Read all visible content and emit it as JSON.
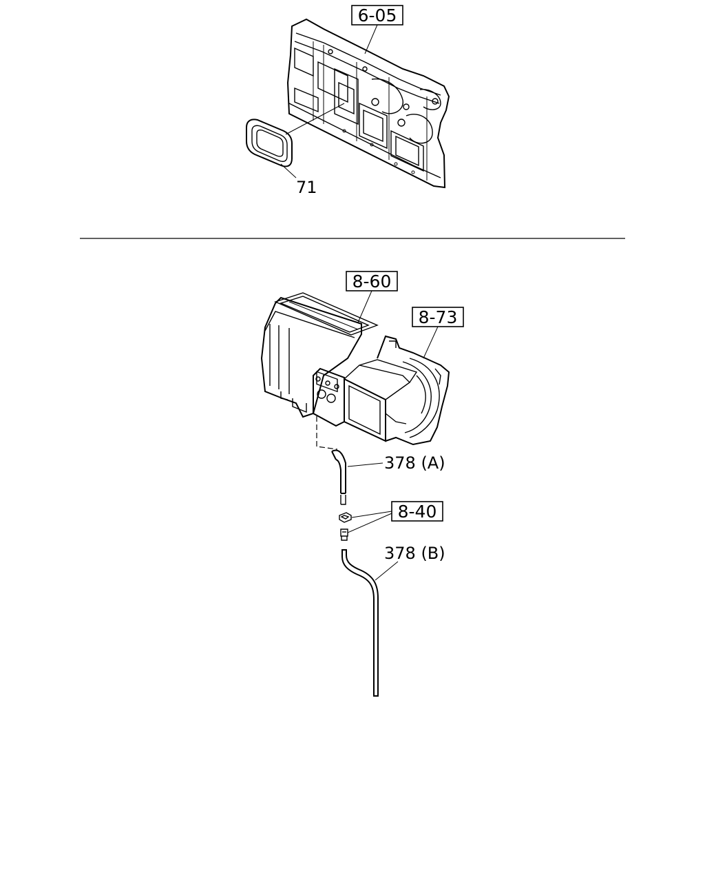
{
  "upper_group": {
    "ref_box": "6-05",
    "part_label": "71"
  },
  "lower_group": {
    "ref_box_heater": "8-60",
    "ref_box_blower": "8-73",
    "ref_box_clip": "8-40",
    "drain_hose_a": "378 (A)",
    "drain_hose_b": "378 (B)"
  }
}
